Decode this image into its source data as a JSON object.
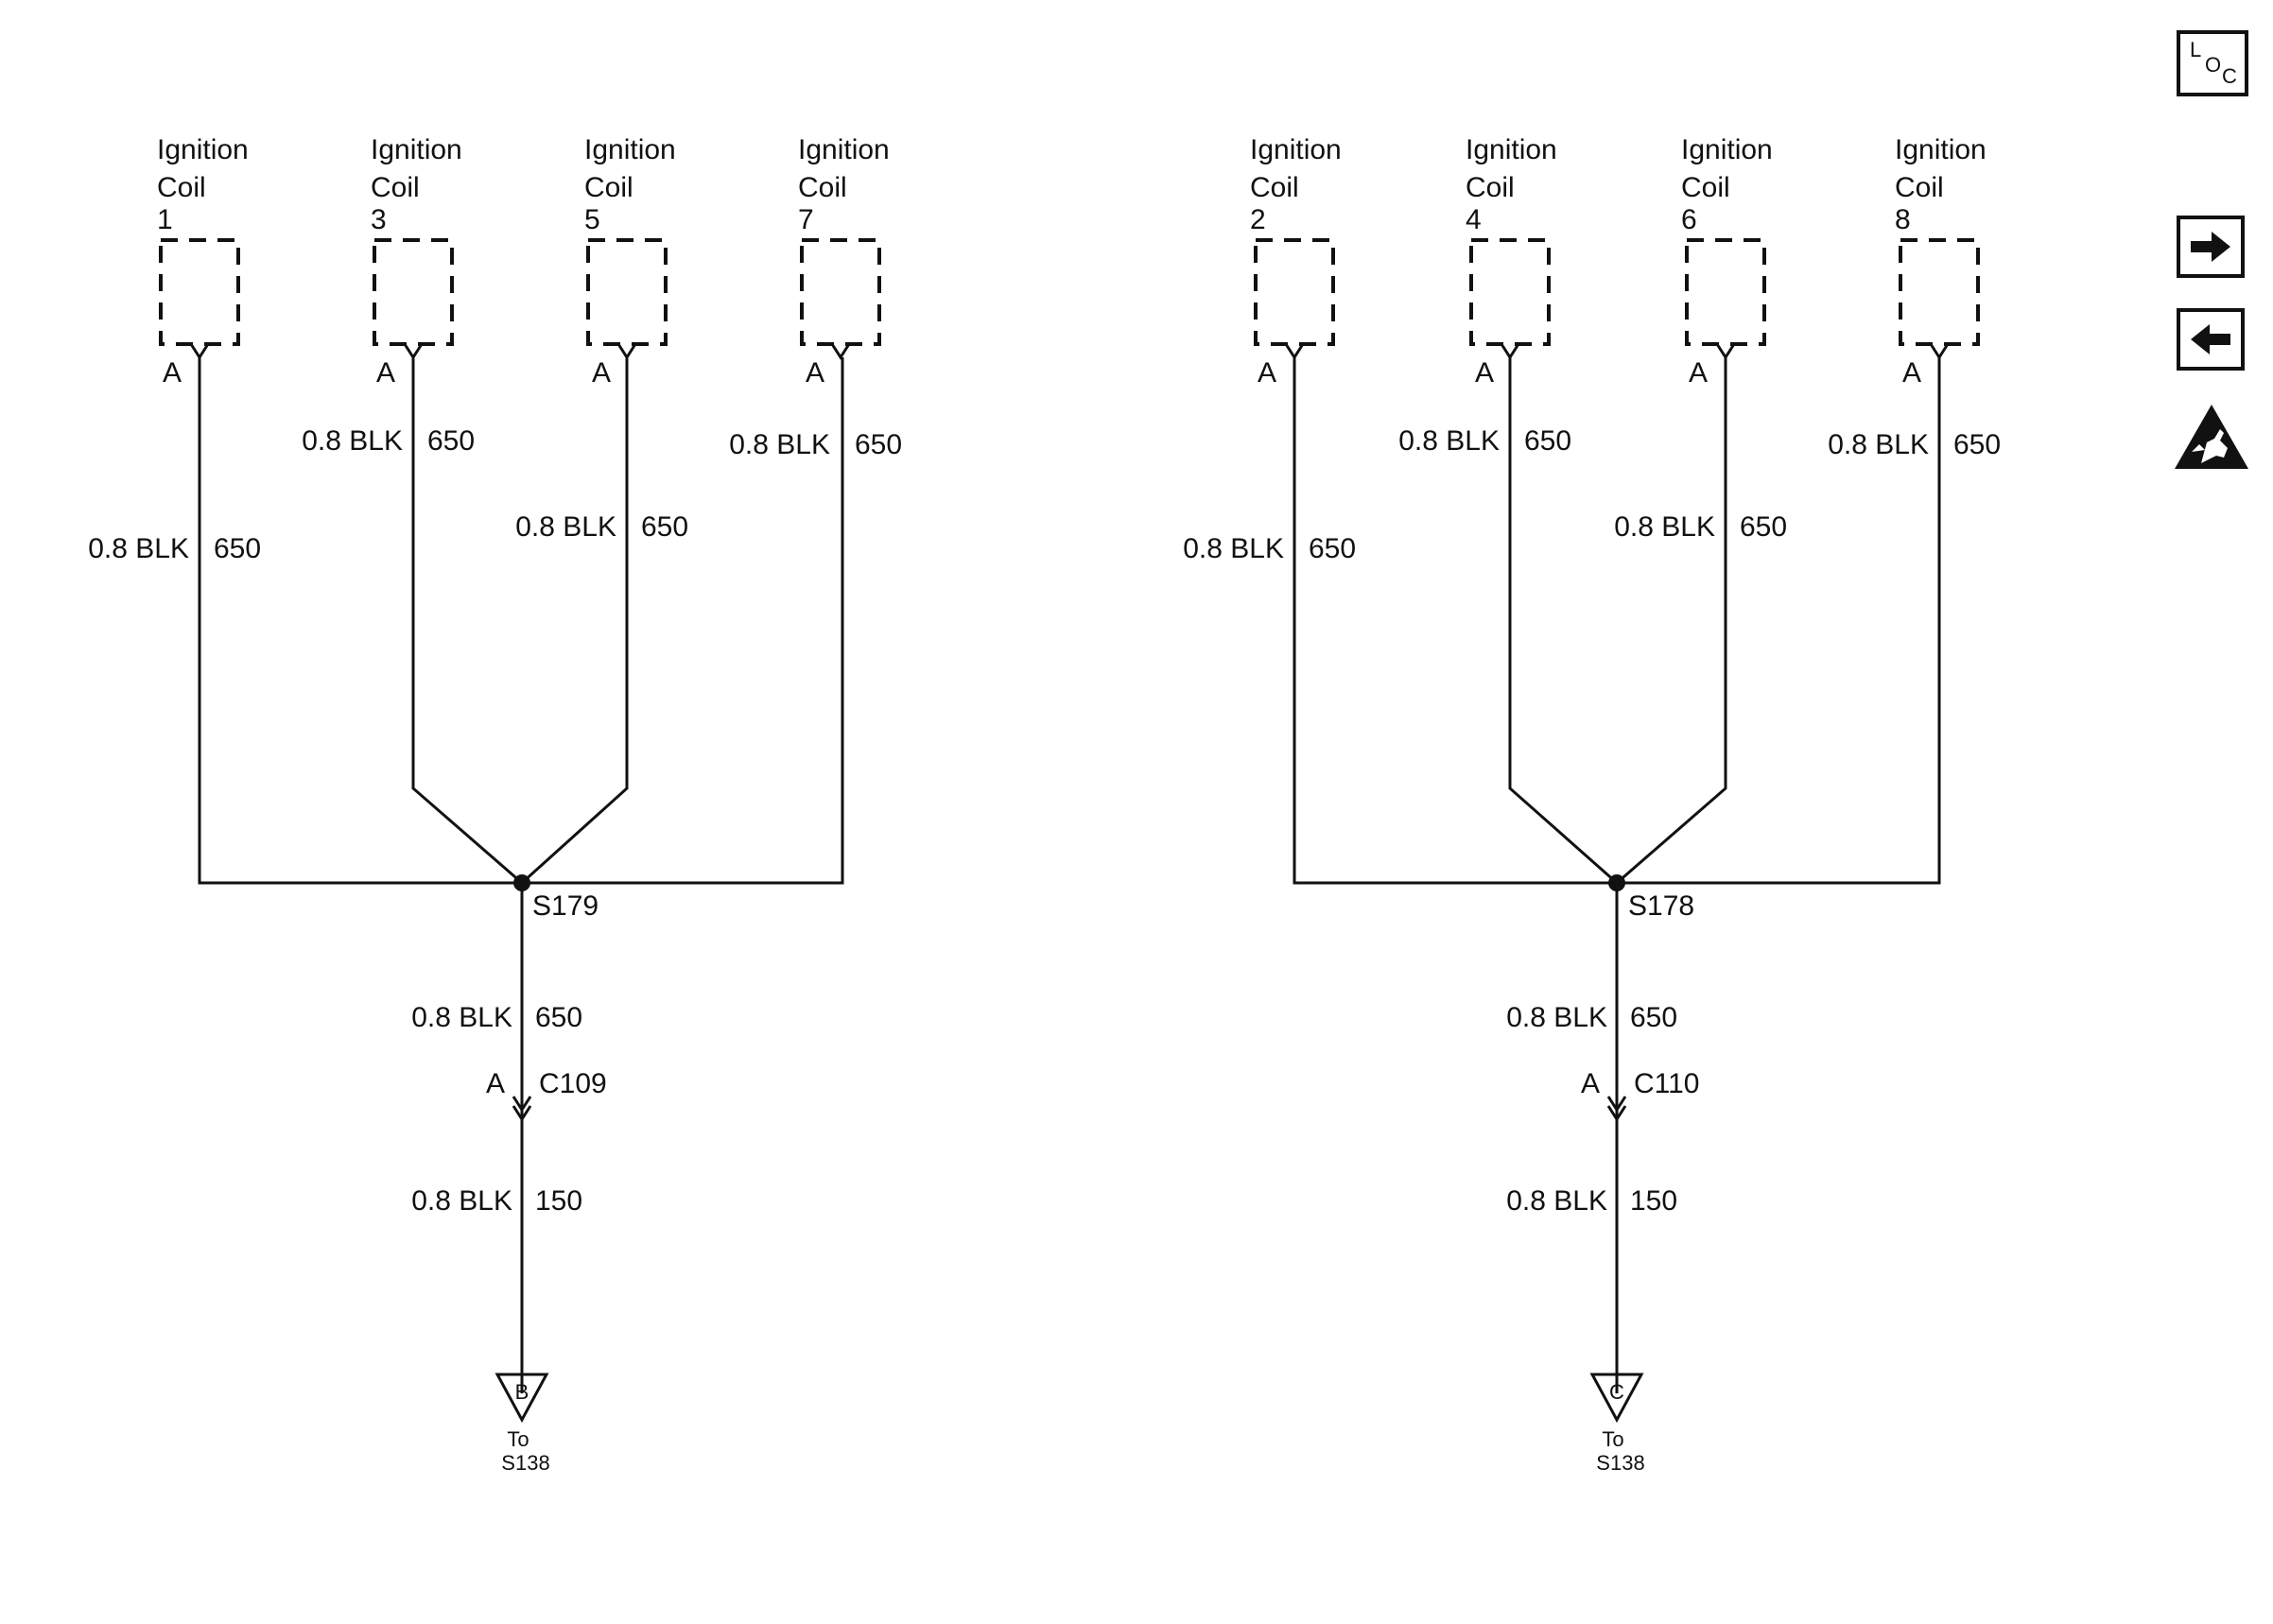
{
  "left_group": {
    "coils": [
      {
        "title": "Ignition",
        "sub": "Coil",
        "num": "1",
        "pin": "A",
        "size": "0.8 BLK",
        "circuit": "650"
      },
      {
        "title": "Ignition",
        "sub": "Coil",
        "num": "3",
        "pin": "A",
        "size": "0.8 BLK",
        "circuit": "650"
      },
      {
        "title": "Ignition",
        "sub": "Coil",
        "num": "5",
        "pin": "A",
        "size": "0.8 BLK",
        "circuit": "650"
      },
      {
        "title": "Ignition",
        "sub": "Coil",
        "num": "7",
        "pin": "A",
        "size": "0.8 BLK",
        "circuit": "650"
      }
    ],
    "splice": "S179",
    "after_splice": {
      "size": "0.8 BLK",
      "circuit": "650"
    },
    "connector": {
      "pin": "A",
      "name": "C109"
    },
    "after_connector": {
      "size": "0.8 BLK",
      "circuit": "150"
    },
    "ground": {
      "letter": "B",
      "to": "To",
      "dest": "S138"
    }
  },
  "right_group": {
    "coils": [
      {
        "title": "Ignition",
        "sub": "Coil",
        "num": "2",
        "pin": "A",
        "size": "0.8 BLK",
        "circuit": "650"
      },
      {
        "title": "Ignition",
        "sub": "Coil",
        "num": "4",
        "pin": "A",
        "size": "0.8 BLK",
        "circuit": "650"
      },
      {
        "title": "Ignition",
        "sub": "Coil",
        "num": "6",
        "pin": "A",
        "size": "0.8 BLK",
        "circuit": "650"
      },
      {
        "title": "Ignition",
        "sub": "Coil",
        "num": "8",
        "pin": "A",
        "size": "0.8 BLK",
        "circuit": "650"
      }
    ],
    "splice": "S178",
    "after_splice": {
      "size": "0.8 BLK",
      "circuit": "650"
    },
    "connector": {
      "pin": "A",
      "name": "C110"
    },
    "after_connector": {
      "size": "0.8 BLK",
      "circuit": "150"
    },
    "ground": {
      "letter": "C",
      "to": "To",
      "dest": "S138"
    }
  },
  "sidebar": {
    "loc": {
      "l": "L",
      "o": "O",
      "c": "C",
      "icon": "location-icon"
    },
    "next_icon": "arrow-right-icon",
    "prev_icon": "arrow-left-icon",
    "esd_icon": "esd-warning-icon"
  }
}
